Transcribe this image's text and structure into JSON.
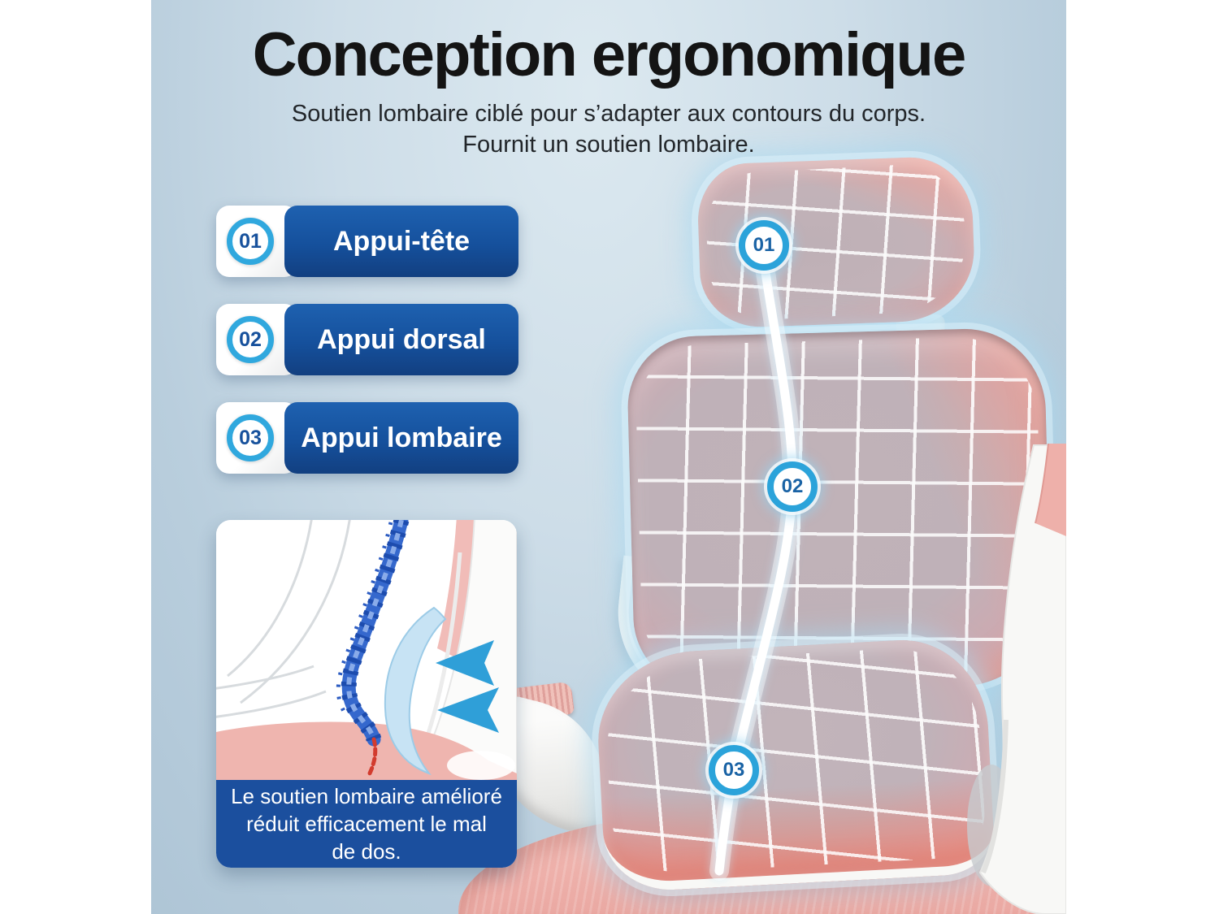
{
  "header": {
    "title": "Conception ergonomique",
    "subtitle_lines": [
      "Soutien lombaire ciblé pour s’adapter aux contours du corps.",
      "Fournit un soutien lombaire."
    ]
  },
  "features": [
    {
      "number": "01",
      "label": "Appui-tête"
    },
    {
      "number": "02",
      "label": "Appui dorsal"
    },
    {
      "number": "03",
      "label": "Appui lombaire"
    }
  ],
  "markers": [
    {
      "number": "01"
    },
    {
      "number": "02"
    },
    {
      "number": "03"
    }
  ],
  "inset": {
    "caption_lines": [
      "Le soutien lombaire amélioré",
      "réduit efficacement le mal",
      "de dos."
    ]
  },
  "colors": {
    "accent_blue": "#15509c",
    "ring_blue": "#30a8de",
    "caption_blue": "#1b4f9e",
    "chair_pink": "#edaba3",
    "mesh_mauve": "#c0b2b8",
    "glow_cyan": "#a7d8f0",
    "background_blue": "#c3d6e3",
    "text_dark": "#141414"
  }
}
